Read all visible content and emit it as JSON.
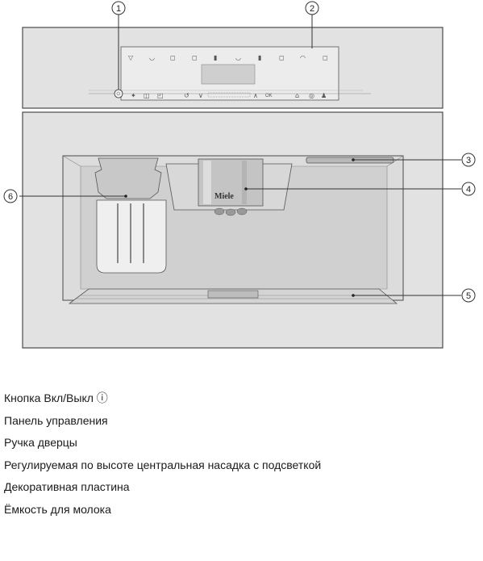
{
  "diagram": {
    "brand_text": "Miele",
    "panel_ok_label": "OK",
    "callouts": [
      {
        "number": "1",
        "target": "on-off-button"
      },
      {
        "number": "2",
        "target": "control-panel"
      },
      {
        "number": "3",
        "target": "door-handle"
      },
      {
        "number": "4",
        "target": "central-spout"
      },
      {
        "number": "5",
        "target": "drip-plate"
      },
      {
        "number": "6",
        "target": "milk-container"
      }
    ]
  },
  "legend": {
    "items": [
      {
        "label": "Кнопка Вкл/Выкл ⓘ"
      },
      {
        "label": "Панель управления"
      },
      {
        "label": "Ручка дверцы"
      },
      {
        "label": "Регулируемая по высоте центральная насадка с подсветкой"
      },
      {
        "label": "Декоративная пластина"
      },
      {
        "label": "Ёмкость для молока"
      }
    ]
  },
  "colors": {
    "body": "#e2e2e2",
    "outline": "#4a4a4a",
    "recess": "#d6d6d6",
    "chrome": "#c8c8c8",
    "text": "#1a1a1a"
  }
}
